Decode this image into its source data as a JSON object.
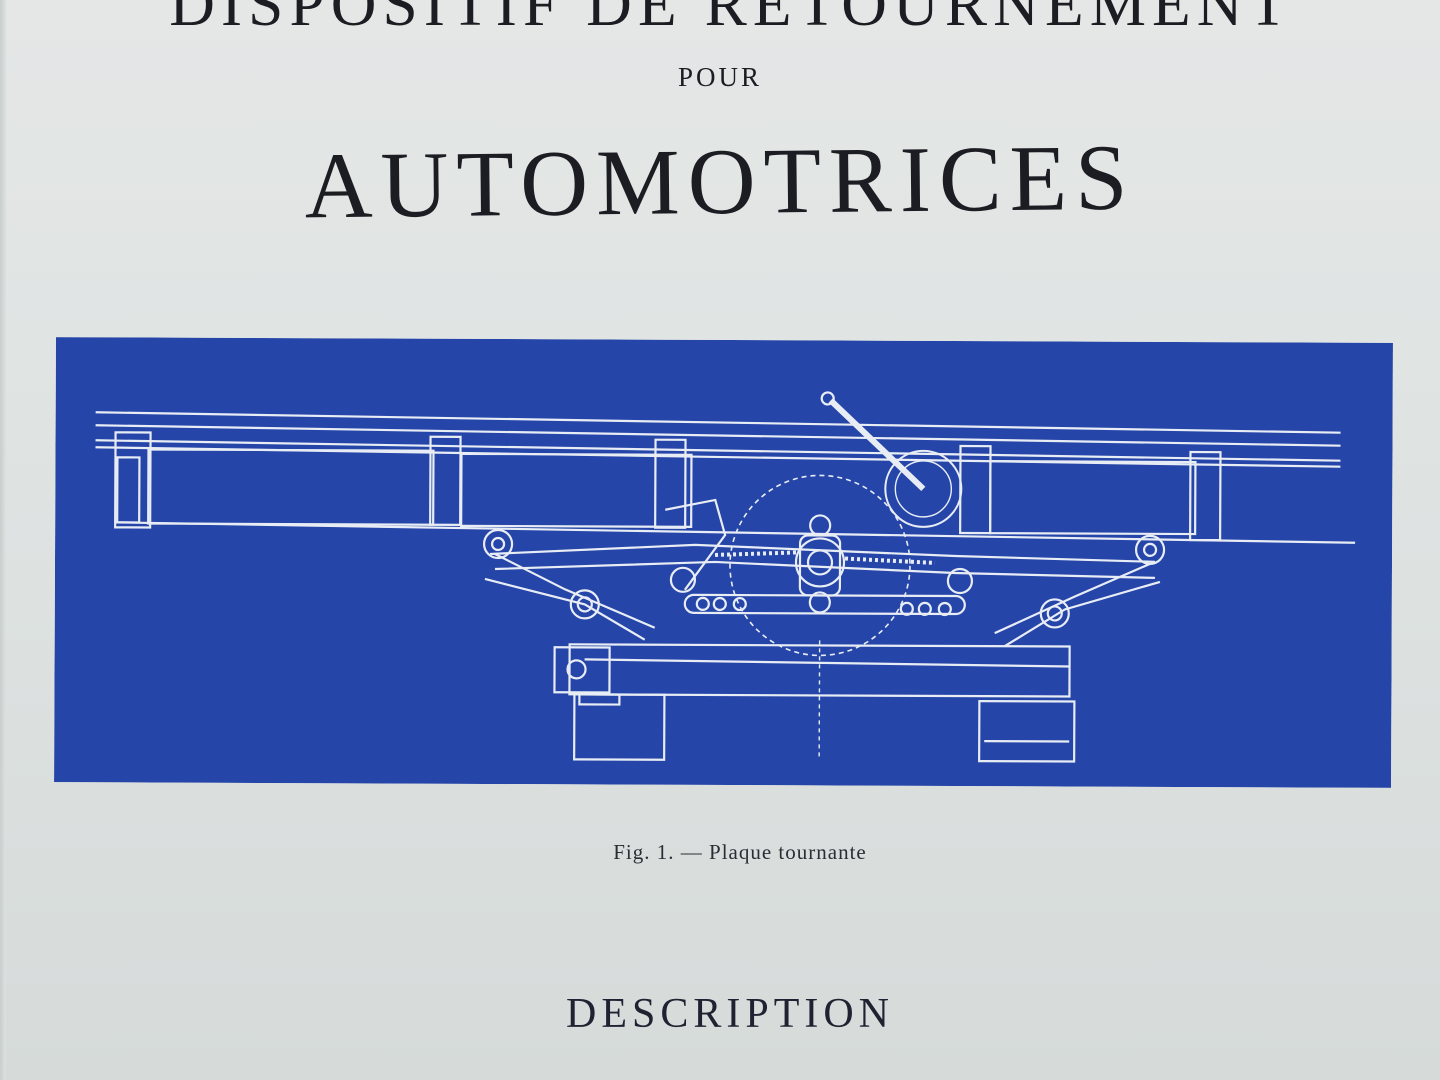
{
  "document": {
    "title_partial": "DISPOSITIF DE RETOURNEMENT",
    "connector": "POUR",
    "main_title": "AUTOMOTRICES",
    "figure": {
      "caption": "Fig. 1. — Plaque tournante",
      "background_color": "#2545a8",
      "line_color": "#e8edf5"
    },
    "section_heading": "DESCRIPTION"
  }
}
